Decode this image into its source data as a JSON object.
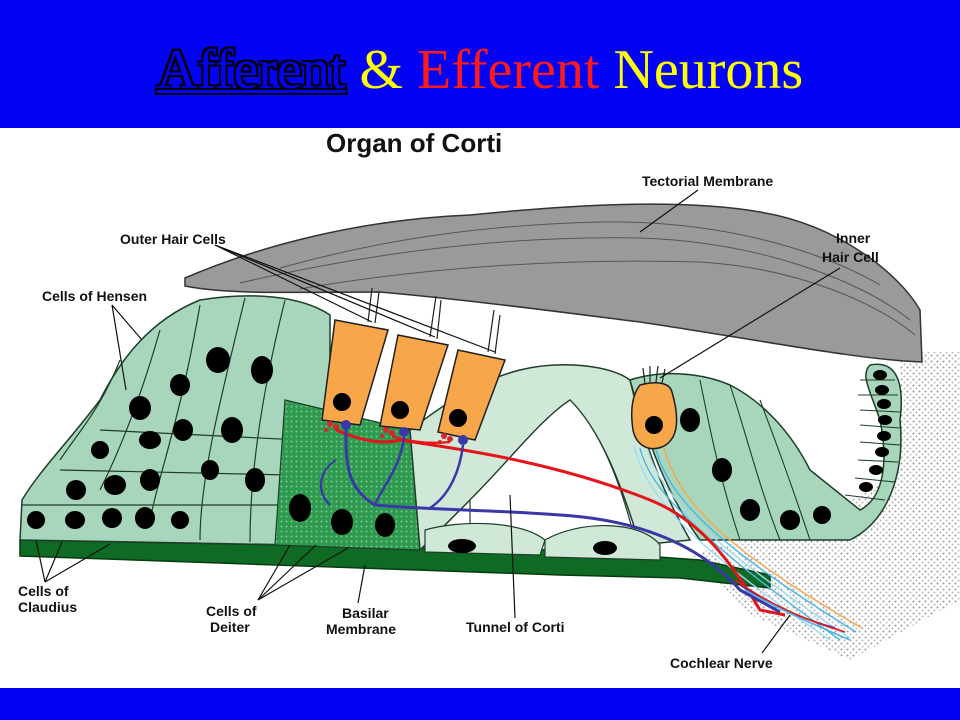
{
  "slide": {
    "title_afferent": "Afferent",
    "title_amp": " & ",
    "title_efferent": "Efferent",
    "title_neurons": " Neurons"
  },
  "diagram": {
    "heading": "Organ of Corti",
    "labels": {
      "tectorial_membrane": "Tectorial Membrane",
      "outer_hair_cells": "Outer Hair Cells",
      "inner_hair_cell_line1": "Inner",
      "inner_hair_cell_line2": "Hair Cell",
      "cells_of_hensen": "Cells of Hensen",
      "cells_of_claudius_line1": "Cells of",
      "cells_of_claudius_line2": "Claudius",
      "cells_of_deiter_line1": "Cells of",
      "cells_of_deiter_line2": "Deiter",
      "basilar_membrane_line1": "Basilar",
      "basilar_membrane_line2": "Membrane",
      "tunnel_of_corti": "Tunnel of Corti",
      "cochlear_nerve": "Cochlear Nerve"
    },
    "colors": {
      "title_bar": "#0202f4",
      "afferent": "#0202f4",
      "efferent": "#ff1a1a",
      "neurons": "#ffff00",
      "support_cells": "#a8d6bc",
      "hair_cells": "#f7a64a",
      "basilar_membrane": "#0f6b23",
      "tectorial_membrane": "#9a9a9a",
      "nuclei": "#000000",
      "afferent_fiber": "#3a37a6",
      "efferent_fiber": "#e5141a"
    }
  }
}
